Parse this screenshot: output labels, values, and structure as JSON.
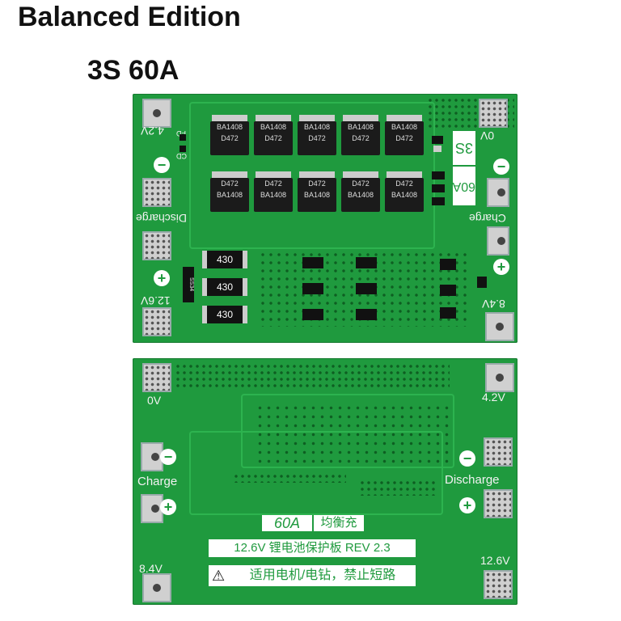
{
  "header": {
    "title": "Balanced Edition",
    "subtitle": "3S 60A"
  },
  "top_board": {
    "label_4_2v": "4.2V",
    "label_0v": "0V",
    "label_discharge": "Discharge",
    "label_charge": "Charge",
    "label_12_6v": "12.6V",
    "label_8_4v": "8.4V",
    "label_fd": "FD",
    "label_cd": "CD",
    "label_3s": "3S",
    "label_60a": "60A",
    "mosfet_top_text": [
      "BA1408",
      "D472"
    ],
    "mosfet_bottom_text": [
      "D472",
      "BA1408"
    ],
    "resistor_labels": [
      "430",
      "430",
      "430"
    ],
    "diode_text": "SS34"
  },
  "bottom_board": {
    "label_0v": "0V",
    "label_4_2v": "4.2V",
    "label_charge": "Charge",
    "label_discharge": "Discharge",
    "label_8_4v": "8.4V",
    "label_12_6v": "12.6V",
    "box_60a": "60A",
    "box_balance": "均衡充",
    "rev_line": "12.6V  锂电池保护板  REV 2.3",
    "warning_line": "适用电机/电钻，禁止短路",
    "minus_symbol": "−",
    "plus_symbol": "+"
  },
  "colors": {
    "pcb_green": "#1f9a3e",
    "silkscreen": "#f2f2f2"
  }
}
